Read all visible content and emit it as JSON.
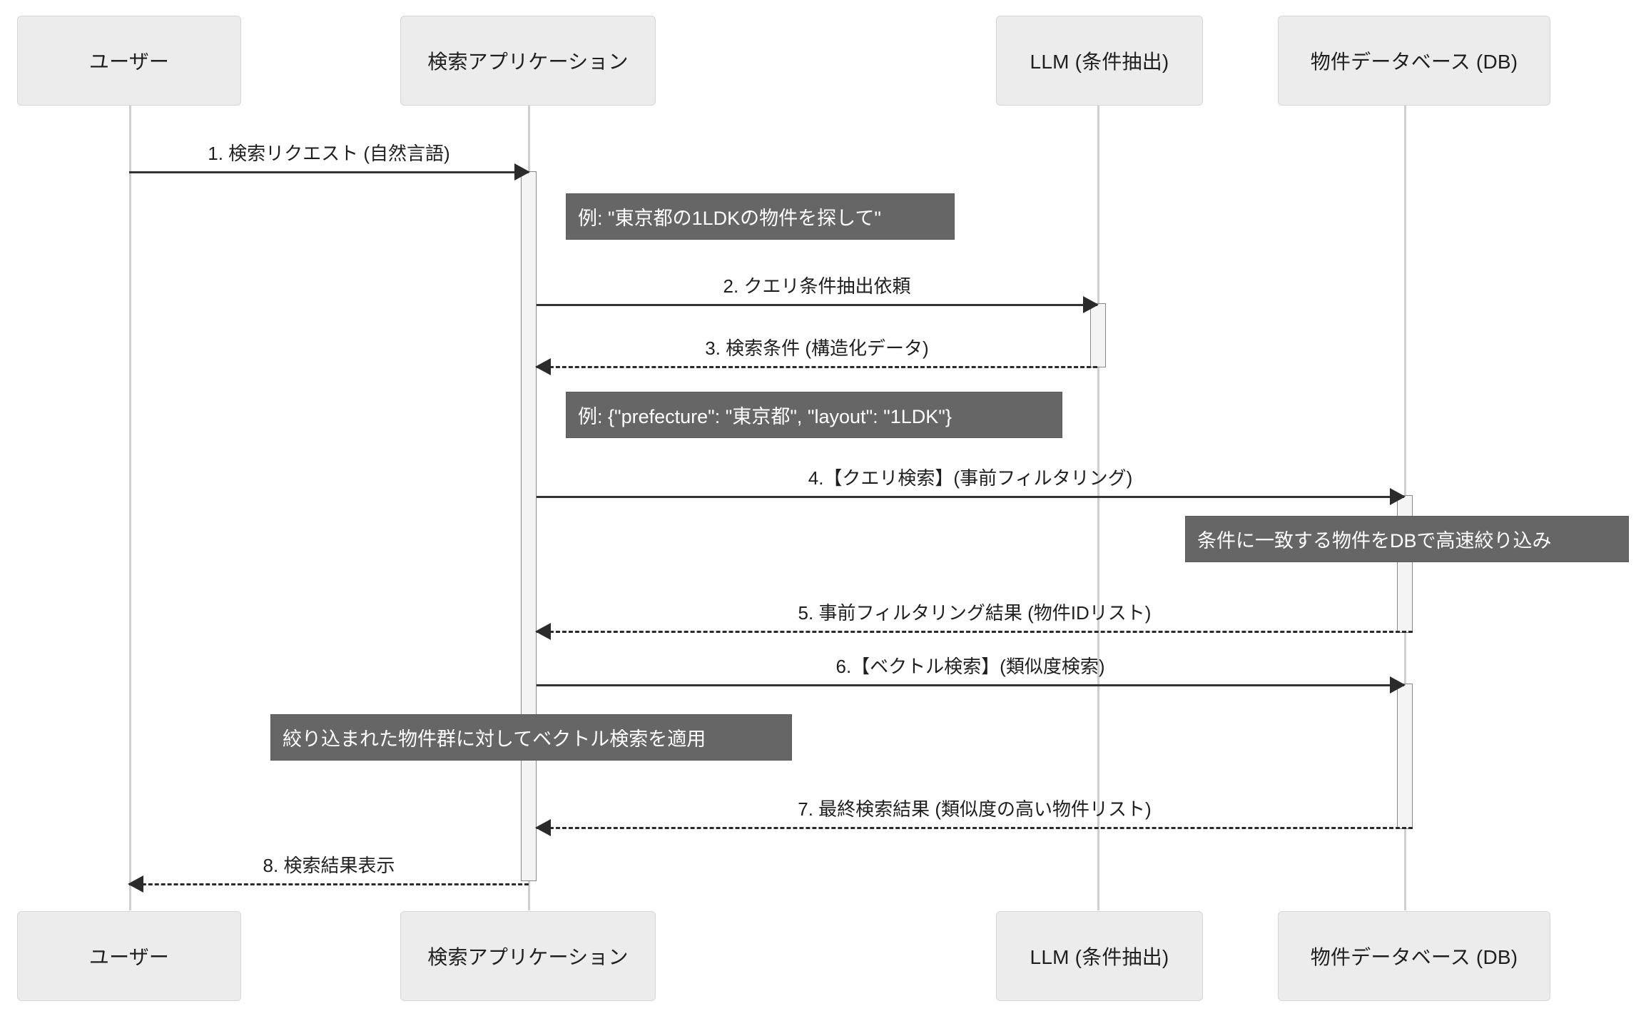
{
  "diagram": {
    "type": "sequence-diagram",
    "title": "",
    "background_color": "#ffffff",
    "note_color": "#666666",
    "participant_color": "#ececec",
    "line_color": "#333333"
  },
  "participants": [
    {
      "id": "user",
      "label": "ユーザー"
    },
    {
      "id": "app",
      "label": "検索アプリケーション"
    },
    {
      "id": "llm",
      "label": "LLM (条件抽出)"
    },
    {
      "id": "db",
      "label": "物件データベース (DB)"
    }
  ],
  "participants_bottom": [
    {
      "id": "user",
      "label": "ユーザー"
    },
    {
      "id": "app",
      "label": "検索アプリケーション"
    },
    {
      "id": "llm",
      "label": "LLM (条件抽出)"
    },
    {
      "id": "db",
      "label": "物件データベース (DB)"
    }
  ],
  "messages": [
    {
      "num": "1",
      "label": "1. 検索リクエスト (自然言語)",
      "from": "user",
      "to": "app",
      "style": "solid"
    },
    {
      "num": "2",
      "label": "2. クエリ条件抽出依頼",
      "from": "app",
      "to": "llm",
      "style": "solid"
    },
    {
      "num": "3",
      "label": "3. 検索条件 (構造化データ)",
      "from": "llm",
      "to": "app",
      "style": "dashed"
    },
    {
      "num": "4",
      "label": "4.【クエリ検索】(事前フィルタリング)",
      "from": "app",
      "to": "db",
      "style": "solid"
    },
    {
      "num": "5",
      "label": "5. 事前フィルタリング結果 (物件IDリスト)",
      "from": "db",
      "to": "app",
      "style": "dashed"
    },
    {
      "num": "6",
      "label": "6.【ベクトル検索】(類似度検索)",
      "from": "app",
      "to": "db",
      "style": "solid"
    },
    {
      "num": "7",
      "label": "7. 最終検索結果 (類似度の高い物件リスト)",
      "from": "db",
      "to": "app",
      "style": "dashed"
    },
    {
      "num": "8",
      "label": "8. 検索結果表示",
      "from": "app",
      "to": "user",
      "style": "dashed"
    }
  ],
  "notes": [
    {
      "id": "note-1",
      "text": "例: \"東京都の1LDKの物件を探して\"",
      "over": "app"
    },
    {
      "id": "note-2",
      "text": "例: {\"prefecture\": \"東京都\", \"layout\": \"1LDK\"}",
      "over": "app"
    },
    {
      "id": "note-3",
      "text": "条件に一致する物件をDBで高速絞り込み",
      "over": "db"
    },
    {
      "id": "note-4",
      "text": "絞り込まれた物件群に対してベクトル検索を適用",
      "over": "app"
    }
  ]
}
